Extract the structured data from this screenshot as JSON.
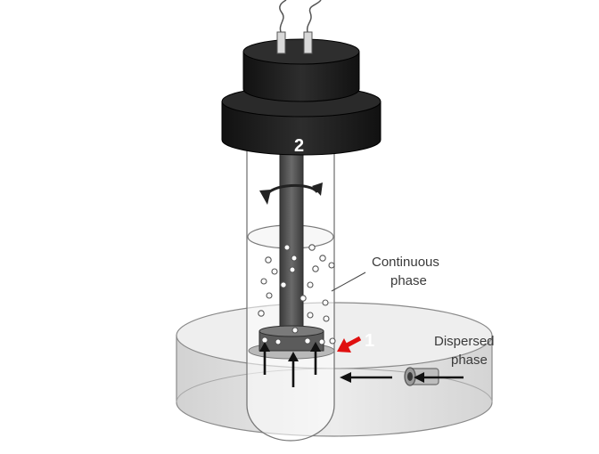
{
  "labels": {
    "continuous_phase_line1": "Continuous",
    "continuous_phase_line2": "phase",
    "dispersed_phase_line1": "Dispersed",
    "dispersed_phase_line2": "phase",
    "marker_1": "1",
    "marker_2": "2"
  },
  "colors": {
    "marker_arrow": "#e01010",
    "motor_body": "#1f1f1f",
    "shaft": "#4a4a4a",
    "base": "#e4e4e4"
  }
}
